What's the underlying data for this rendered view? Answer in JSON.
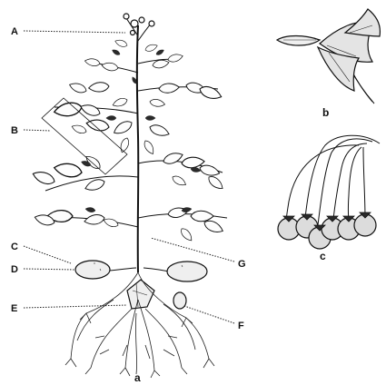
{
  "labels": {
    "A": "A",
    "B": "B",
    "C": "C",
    "D": "D",
    "E": "E",
    "F": "F",
    "G": "G"
  },
  "panels": {
    "main": "a",
    "flower": "b",
    "berries": "c"
  }
}
